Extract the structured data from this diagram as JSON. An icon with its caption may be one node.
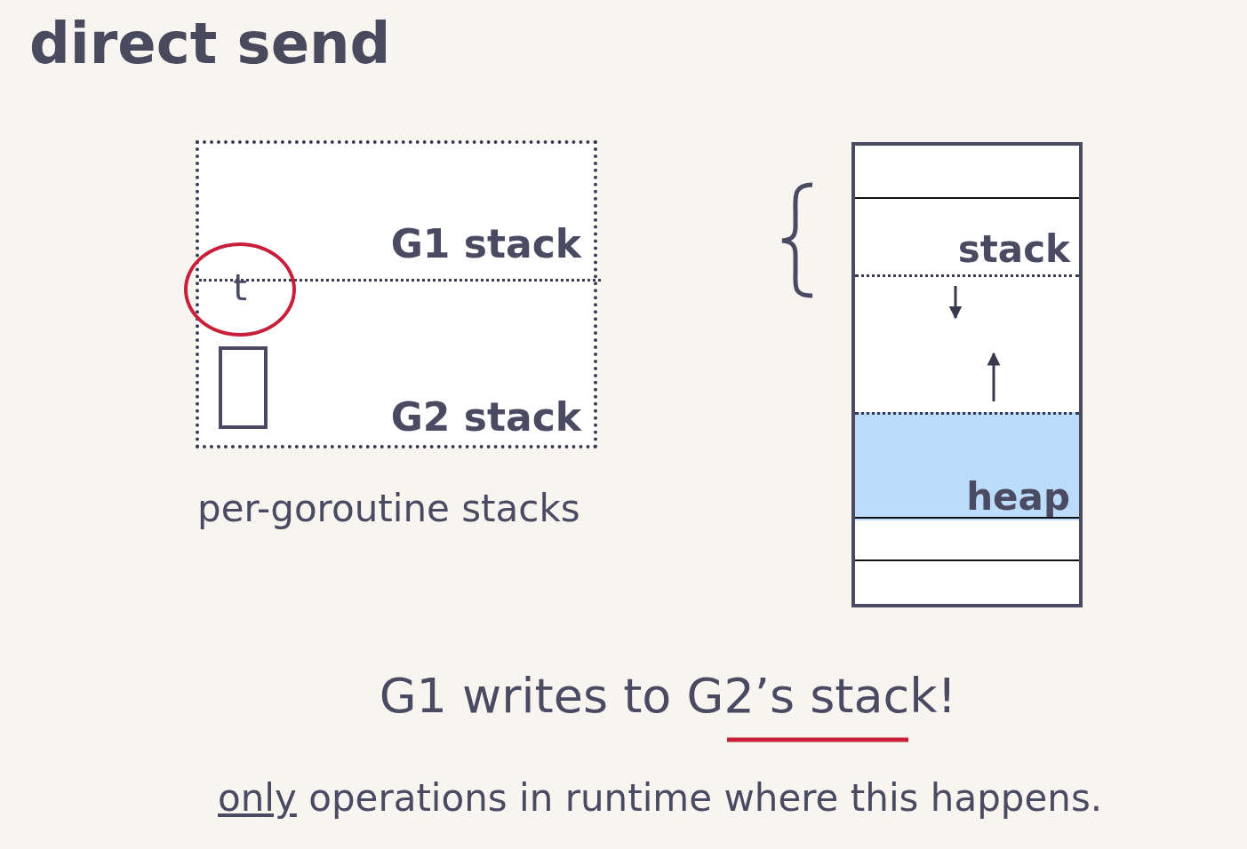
{
  "diagram": {
    "title": "direct send",
    "nodes": [
      {
        "text": [],
        "shape": "box",
        "beside": [
          "per-goroutine stacks"
        ]
      },
      {
        "text": [
          "G1 stack"
        ],
        "in": 0
      },
      {
        "text": [
          "G2 stack"
        ],
        "in": 0
      },
      {
        "text": [
          "t"
        ]
      },
      {
        "text": [],
        "shape": "box",
        "in": 2
      },
      {
        "text": [],
        "shape": "box"
      },
      {
        "text": [
          "stack"
        ],
        "in": 5
      },
      {
        "text": [
          "heap"
        ],
        "in": 5
      }
    ],
    "labels": [
      "G1 writes to G2’s stack!",
      "only operations in runtime where this happens."
    ]
  }
}
